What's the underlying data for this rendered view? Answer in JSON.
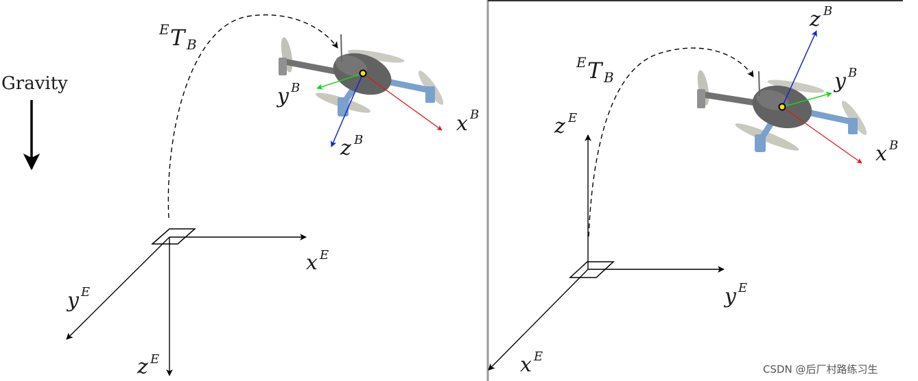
{
  "left_panel": {
    "gravity_label": "Gravity",
    "transform_label": {
      "super": "E",
      "main": "T",
      "sub": "B"
    },
    "world_axes": {
      "x": {
        "base": "x",
        "sup": "E"
      },
      "y": {
        "base": "y",
        "sup": "E"
      },
      "z": {
        "base": "z",
        "sup": "E"
      }
    },
    "body_axes": {
      "x": {
        "base": "x",
        "sup": "B",
        "color": "#e8141a"
      },
      "y": {
        "base": "y",
        "sup": "B",
        "color": "#19d419"
      },
      "z": {
        "base": "z",
        "sup": "B",
        "color": "#1522d8"
      }
    }
  },
  "right_panel": {
    "transform_label": {
      "super": "E",
      "main": "T",
      "sub": "B"
    },
    "world_axes": {
      "x": {
        "base": "x",
        "sup": "E"
      },
      "y": {
        "base": "y",
        "sup": "E"
      },
      "z": {
        "base": "z",
        "sup": "E"
      }
    },
    "body_axes": {
      "x": {
        "base": "x",
        "sup": "B",
        "color": "#e8141a"
      },
      "y": {
        "base": "y",
        "sup": "B",
        "color": "#19d419"
      },
      "z": {
        "base": "z",
        "sup": "B",
        "color": "#1522d8"
      }
    }
  },
  "watermark": "CSDN @后厂村路练习生"
}
